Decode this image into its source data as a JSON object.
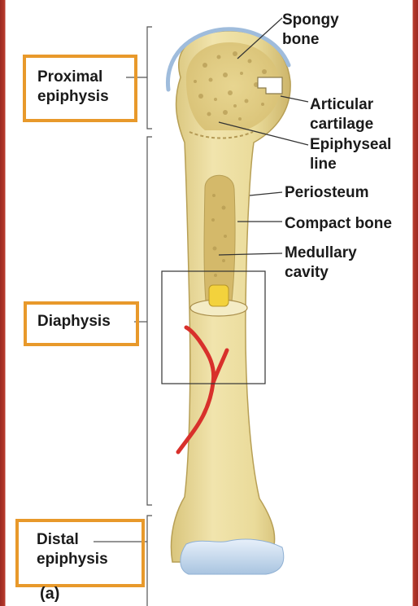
{
  "regions": {
    "proximal": "Proximal\nepiphysis",
    "diaphysis": "Diaphysis",
    "distal": "Distal\nepiphysis"
  },
  "structures": {
    "spongy_bone": "Spongy\nbone",
    "articular_cartilage": "Articular\ncartilage",
    "epiphyseal_line": "Epiphyseal\nline",
    "periosteum": "Periosteum",
    "compact_bone": "Compact bone",
    "medullary_cavity": "Medullary\ncavity"
  },
  "figure_label": "(a)",
  "colors": {
    "highlight_box": "#e8992b",
    "bone": "#eadb9a",
    "cartilage": "#c9dcef",
    "artery": "#d8302b"
  }
}
